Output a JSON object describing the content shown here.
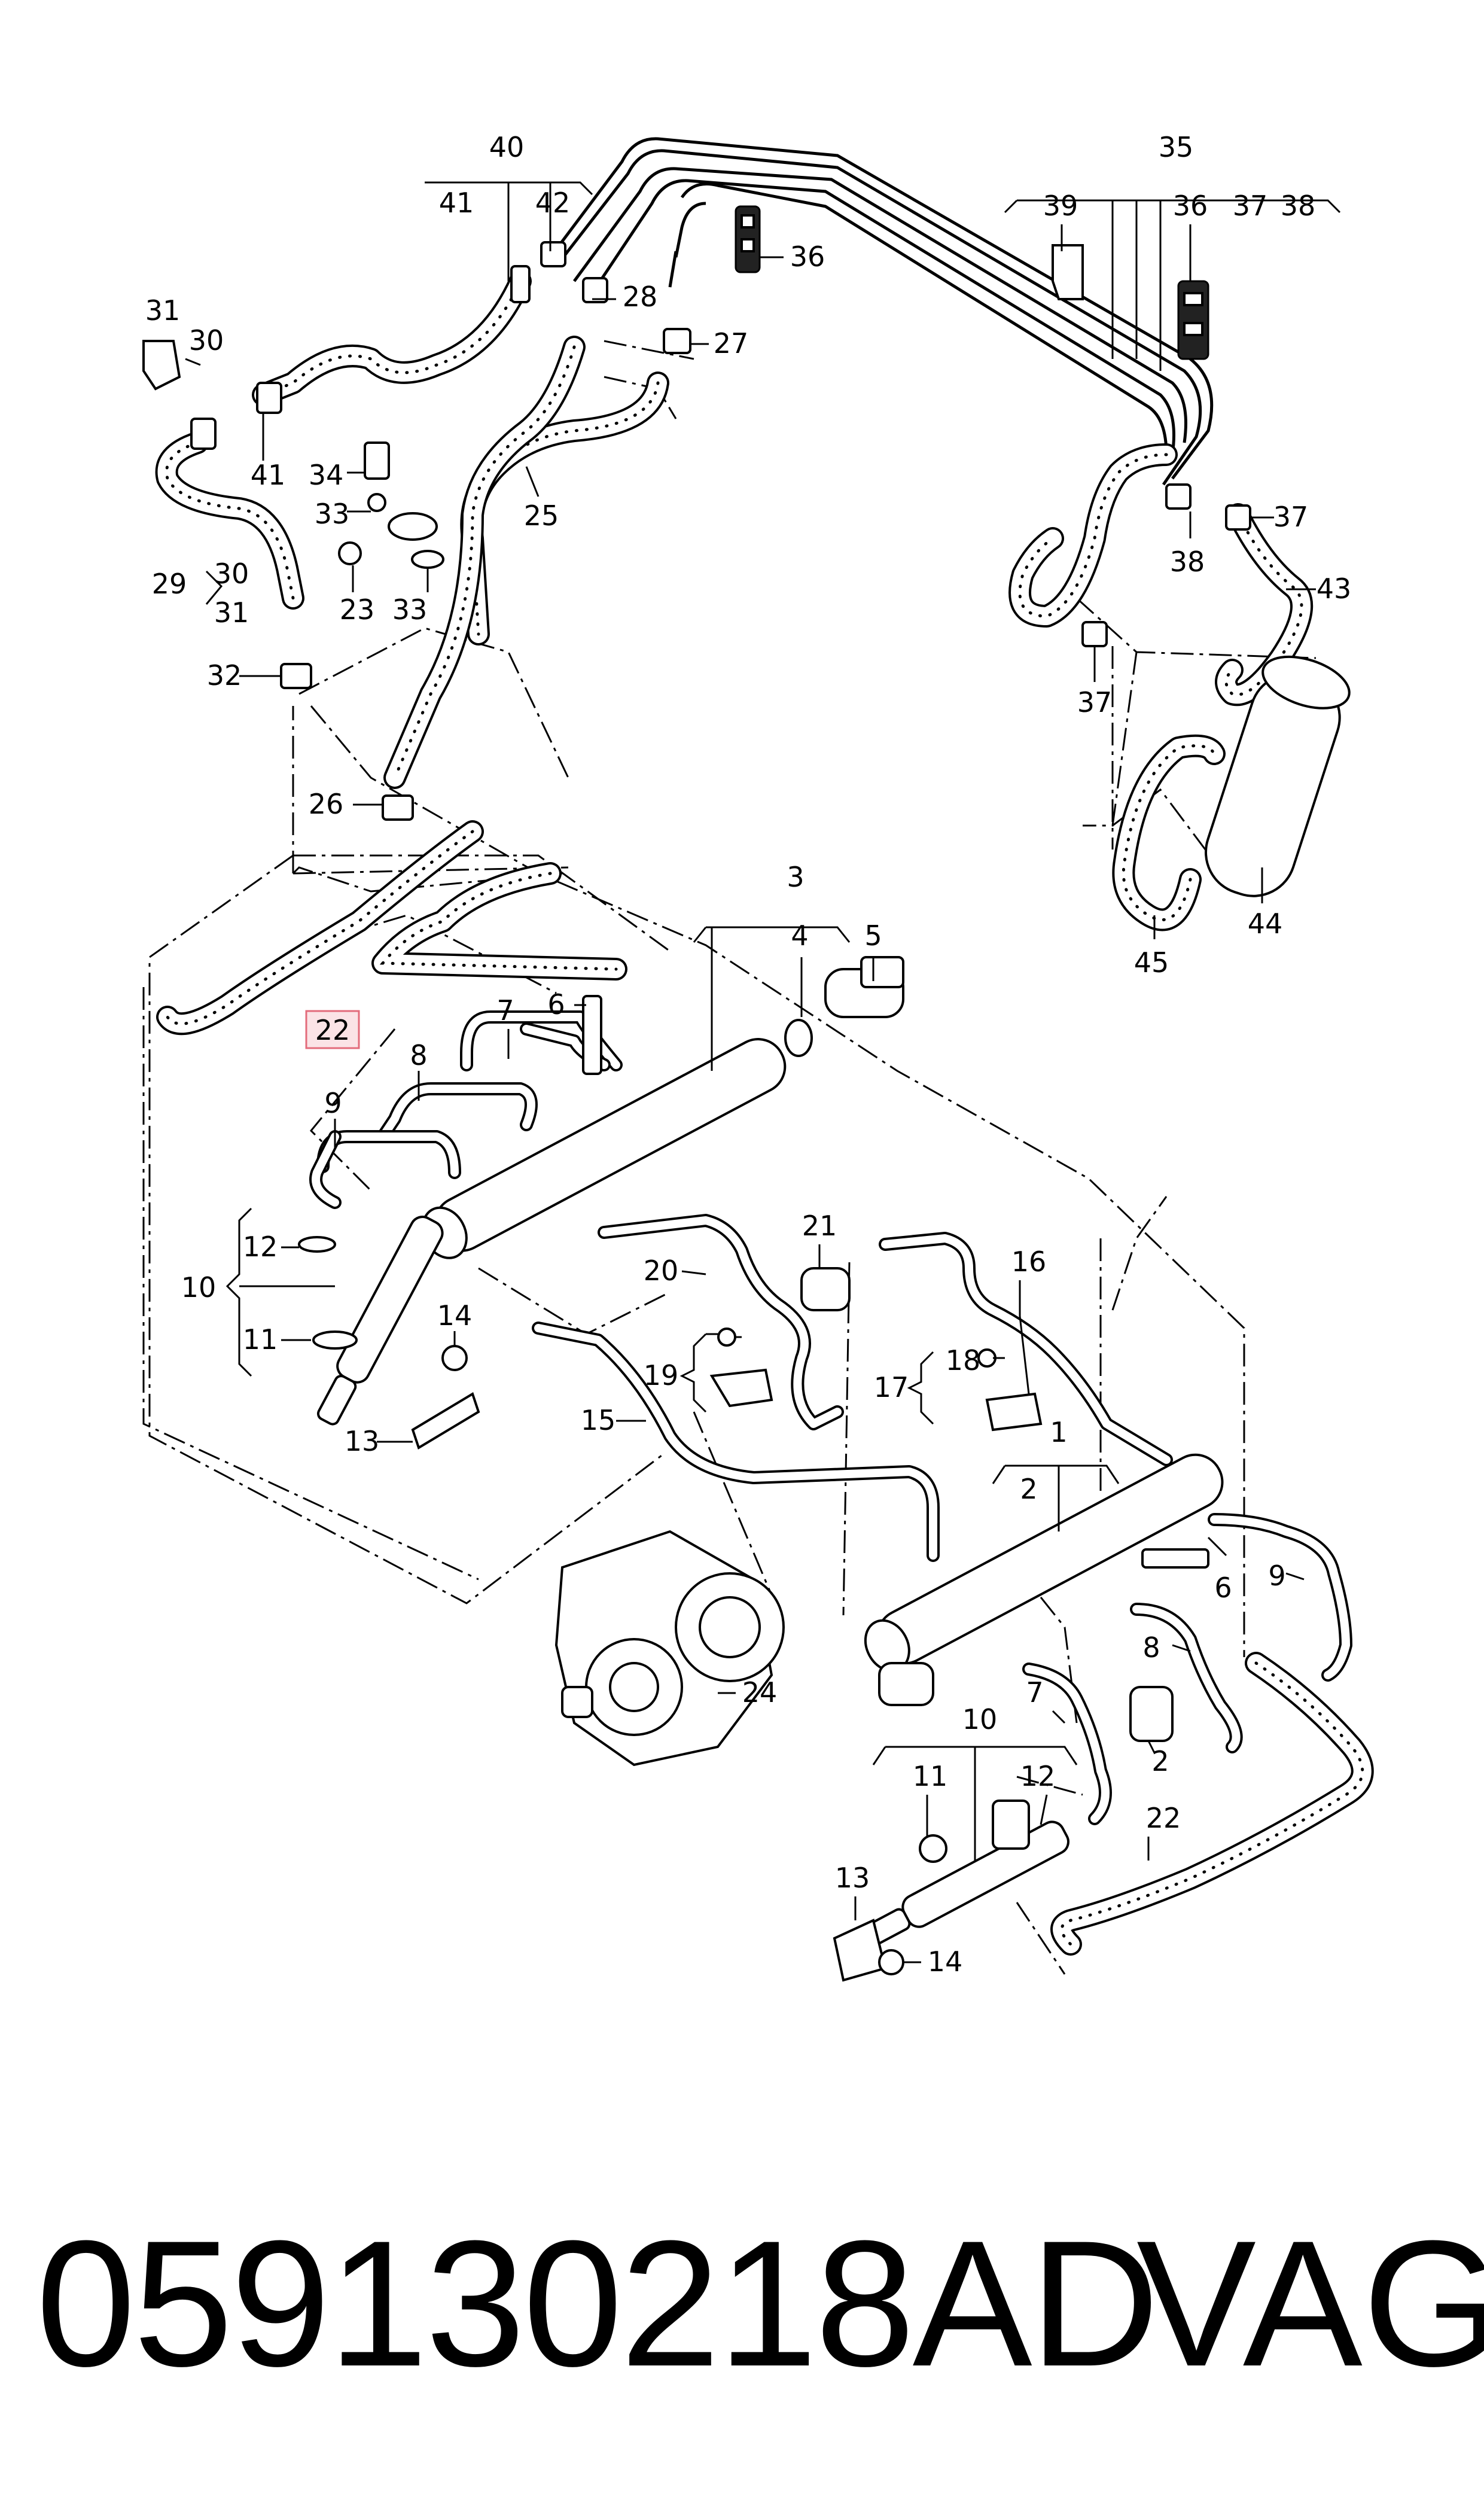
{
  "footer": {
    "part_number": "059130218AD",
    "brand": "VAG"
  },
  "highlight": {
    "callout": "22"
  },
  "callouts": {
    "c40": "40",
    "c41": "41",
    "c42": "42",
    "c35": "35",
    "c39": "39",
    "c36a": "36",
    "c37a": "37",
    "c38a": "38",
    "c36b": "36",
    "c31a": "31",
    "c30a": "30",
    "c28": "28",
    "c27": "27",
    "c34": "34",
    "c41b": "41",
    "c33a": "33",
    "c25": "25",
    "c29": "29",
    "c30b": "30",
    "c31b": "31",
    "c23": "23",
    "c33b": "33",
    "c32": "32",
    "c37b": "37",
    "c38b": "38",
    "c43": "43",
    "c37c": "37",
    "c26": "26",
    "c44": "44",
    "c45": "45",
    "c3": "3",
    "c4": "4",
    "c5": "5",
    "c7a": "7",
    "c6a": "6",
    "c8a": "8",
    "c9a": "9",
    "c12a": "12",
    "c10a": "10",
    "c11a": "11",
    "c14a": "14",
    "c13a": "13",
    "c21": "21",
    "c20": "20",
    "c16": "16",
    "c19": "19",
    "c18": "18",
    "c17": "17",
    "c15": "15",
    "c1": "1",
    "c2a": "2",
    "c6b": "6",
    "c9b": "9",
    "c8b": "8",
    "c24": "24",
    "c10b": "10",
    "c7b": "7",
    "c2b": "2",
    "c11b": "11",
    "c12b": "12",
    "c22b": "22",
    "c13b": "13",
    "c14b": "14"
  }
}
